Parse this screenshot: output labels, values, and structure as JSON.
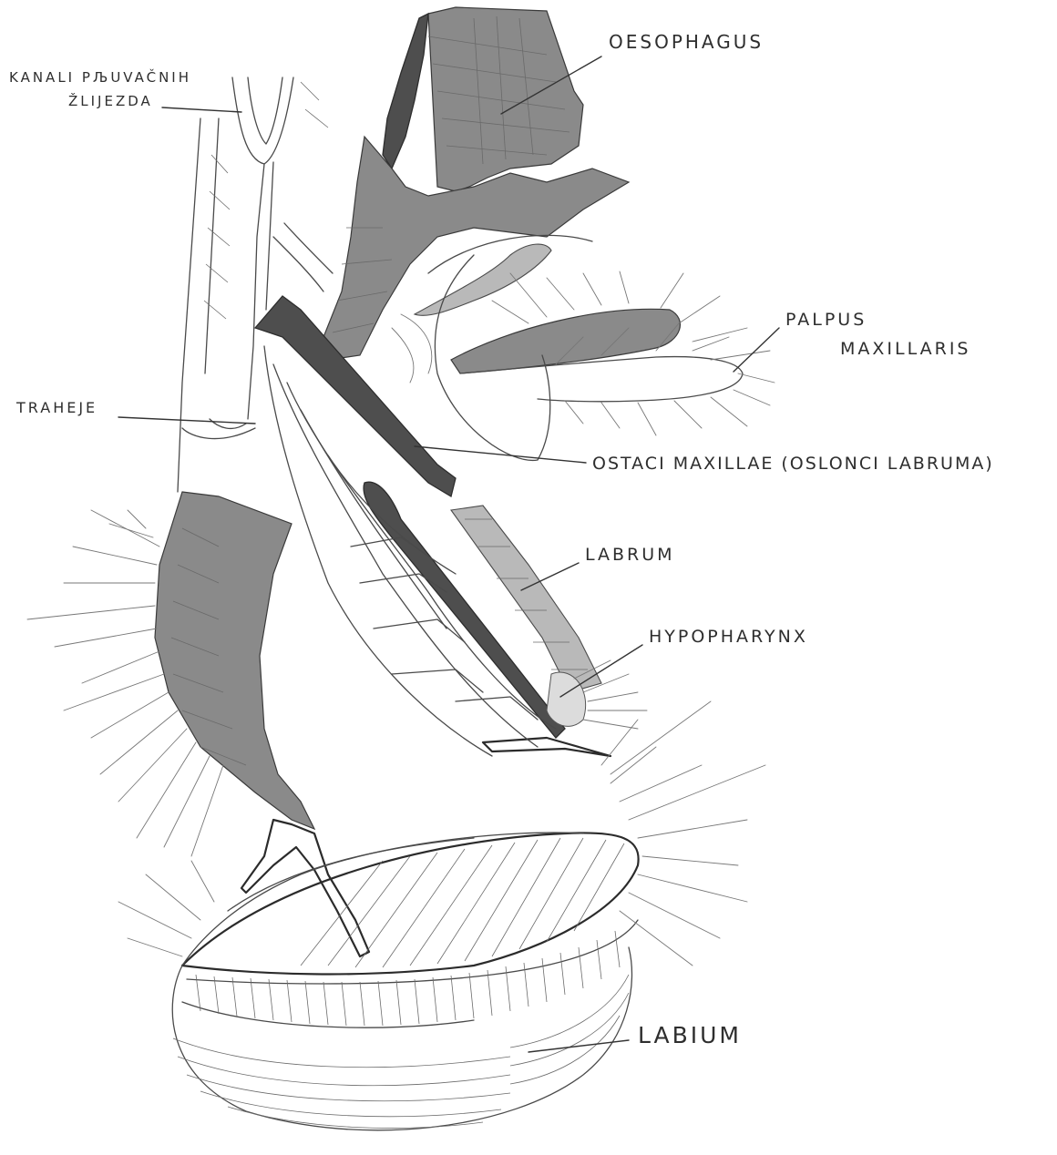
{
  "labels": {
    "kanali": {
      "line1": "KANALI PЉUVAČNIH",
      "line2": "ŽLIJEZDA"
    },
    "oesophagus": "OESOPHAGUS",
    "palpus": {
      "line1": "PALPUS",
      "line2": "MAXILLARIS"
    },
    "traheje": "TRAHEJE",
    "ostaci": "OSTACI MAXILLAE (OSLONCI LABRUMA)",
    "labrum": "LABRUM",
    "hypopharynx": "HYPOPHARYNX",
    "labium": "LABIUM"
  },
  "colors": {
    "paper": "#ffffff",
    "pencil": "#4a4a4a",
    "shade": "#4e4e4e"
  }
}
